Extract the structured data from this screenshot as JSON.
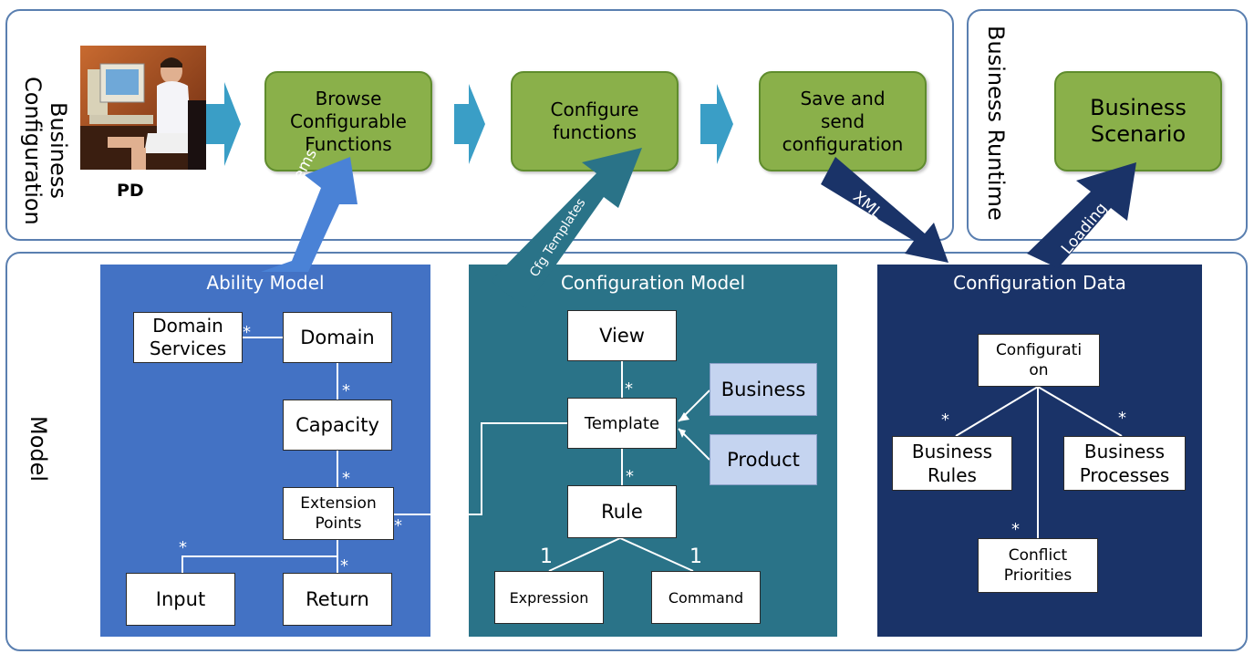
{
  "sections": {
    "business_configuration": "Business\nConfiguration",
    "business_runtime": "Business Runtime",
    "model": "Model"
  },
  "actor": {
    "label": "PD"
  },
  "steps": {
    "browse": "Browse\nConfigurable\nFunctions",
    "configure": "Configure\nfunctions",
    "save": "Save and\nsend\nconfiguration",
    "scenario": "Business\nScenario"
  },
  "arrows": {
    "cfg_items": "Cfg Items",
    "cfg_templates": "Cfg Templates",
    "xml": "XML",
    "loading": "Loading"
  },
  "ability_model": {
    "title": "Ability Model",
    "domain_services": "Domain\nServices",
    "domain": "Domain",
    "capacity": "Capacity",
    "extension_points": "Extension\nPoints",
    "input": "Input",
    "return": "Return",
    "multiplicity": "*"
  },
  "configuration_model": {
    "title": "Configuration Model",
    "view": "View",
    "template": "Template",
    "business": "Business",
    "product": "Product",
    "rule": "Rule",
    "expression": "Expression",
    "command": "Command",
    "multiplicity_star": "*",
    "multiplicity_one": "1"
  },
  "configuration_data": {
    "title": "Configuration Data",
    "configuration": "Configurati\non",
    "business_rules": "Business\nRules",
    "business_processes": "Business\nProcesses",
    "conflict_priorities": "Conflict\nPriorities",
    "multiplicity": "*"
  },
  "colors": {
    "ability_panel": "#4372c4",
    "configuration_model_panel": "#2a7388",
    "configuration_data_panel": "#1a3368",
    "green_step": "#8ab04a",
    "flow_arrow": "#3a9ec6",
    "section_border": "#5a7fb0"
  }
}
